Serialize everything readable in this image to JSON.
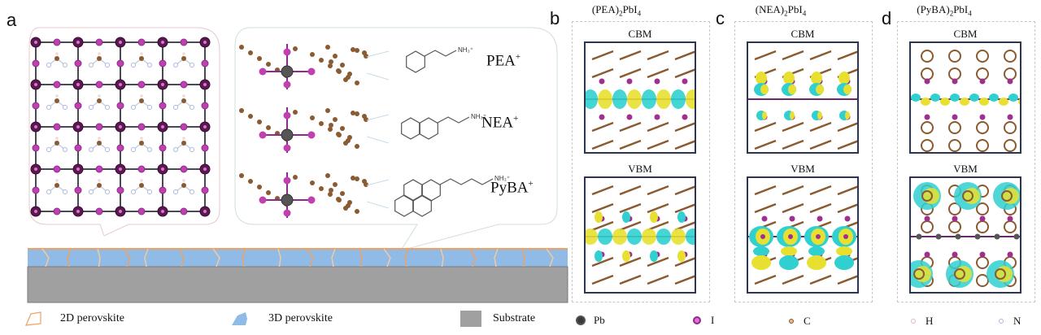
{
  "figure": {
    "panels": {
      "a": {
        "letter": "a",
        "molecules": [
          {
            "label": "PEA",
            "charge": "+",
            "nh3": "NH3+"
          },
          {
            "label": "NEA",
            "charge": "+",
            "nh3": "NH3+"
          },
          {
            "label": "PyBA",
            "charge": "+",
            "nh3": "NH3+"
          }
        ]
      },
      "b": {
        "letter": "b",
        "title_prefix": "(PEA)",
        "title_sub1": "2",
        "title_mid": "PbI",
        "title_sub2": "4",
        "top": "CBM",
        "bottom": "VBM"
      },
      "c": {
        "letter": "c",
        "title_prefix": "(NEA)",
        "title_sub1": "2",
        "title_mid": "PbI",
        "title_sub2": "4",
        "top": "CBM",
        "bottom": "VBM"
      },
      "d": {
        "letter": "d",
        "title_prefix": "(PyBA)",
        "title_sub1": "2",
        "title_mid": "PbI",
        "title_sub2": "4",
        "top": "CBM",
        "bottom": "VBM"
      }
    },
    "legend": {
      "layers": [
        {
          "label": "2D perovskite",
          "icon": "outline-polygon-icon",
          "color": "#f0a060"
        },
        {
          "label": "3D perovskite",
          "icon": "filled-polygon-icon",
          "color": "#8fbbe6"
        },
        {
          "label": "Substrate",
          "icon": "square-icon",
          "color": "#a0a0a0"
        }
      ],
      "atoms": [
        {
          "label": "Pb",
          "color": "#4a4a4a"
        },
        {
          "label": "I",
          "color": "#8e2a8e"
        },
        {
          "label": "C",
          "color": "#8a5a30"
        },
        {
          "label": "H",
          "color": "#e8c8c8"
        },
        {
          "label": "N",
          "color": "#a8b8e0"
        }
      ]
    },
    "colors": {
      "isosurface_yellow": "#e8e030",
      "isosurface_cyan": "#30d0d0",
      "frame": "#2e3550",
      "substrate": "#a0a0a0",
      "film": "#8fbbe6",
      "grain_boundary": "#f0a060"
    }
  }
}
